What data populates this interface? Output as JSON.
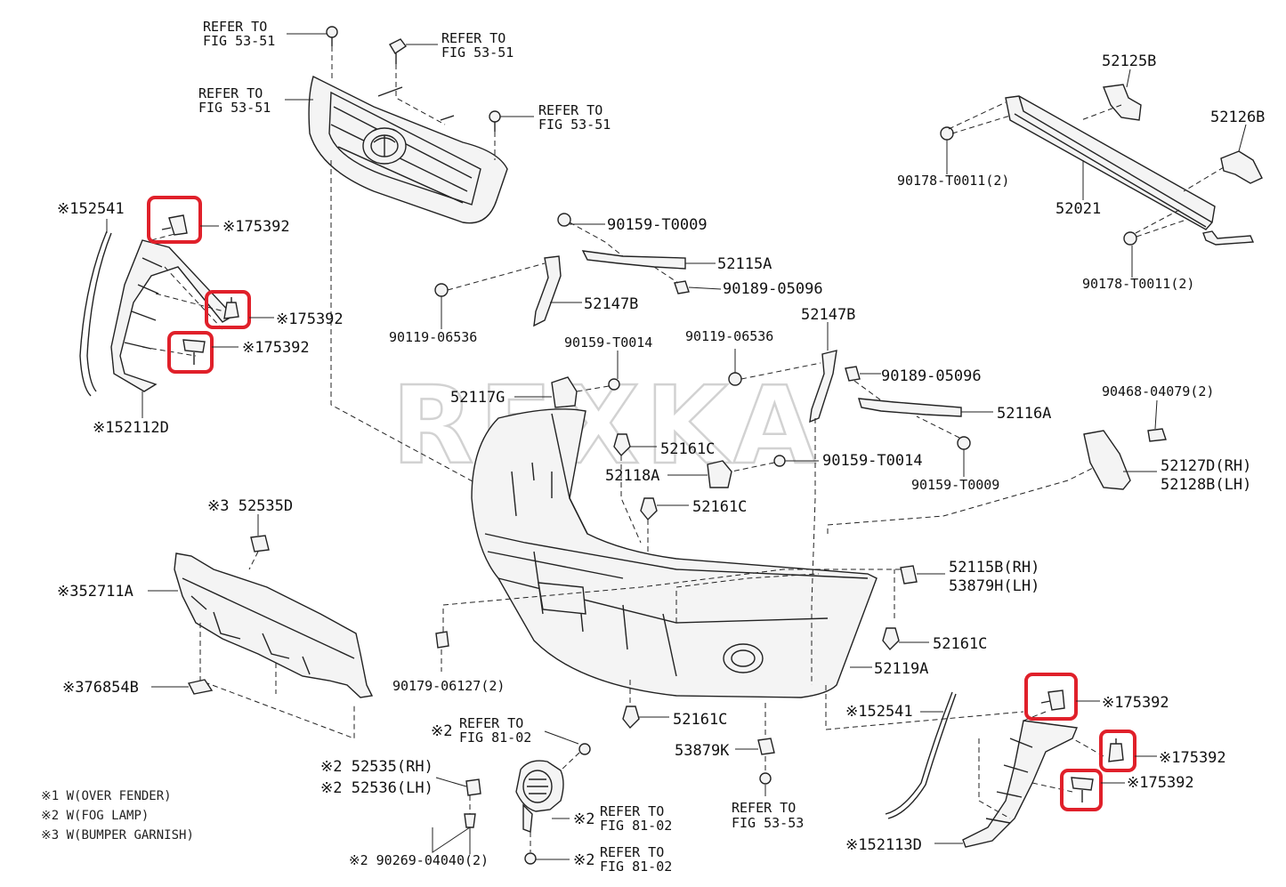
{
  "watermark": "REXKA",
  "refer": {
    "r1": [
      "REFER TO",
      "FIG 53-51"
    ],
    "r2": [
      "REFER TO",
      "FIG 53-51"
    ],
    "r3": [
      "REFER TO",
      "FIG 53-51"
    ],
    "r4": [
      "REFER TO",
      "FIG 53-51"
    ],
    "r5": [
      "REFER TO",
      "FIG 81-02"
    ],
    "r6": [
      "REFER TO",
      "FIG 81-02"
    ],
    "r7": [
      "REFER TO",
      "FIG 81-02"
    ],
    "r8": [
      "REFER TO",
      "FIG 53-53"
    ]
  },
  "parts": {
    "p52125B": "52125B",
    "p52126B": "52126B",
    "p90178a": "90178-T0011(2)",
    "p52021": "52021",
    "p90178b": "90178-T0011(2)",
    "p152541a": "※152541",
    "p175392a": "※175392",
    "p175392b": "※175392",
    "p175392c": "※175392",
    "p152112D": "※152112D",
    "p90159a": "90159-T0009",
    "p52115A": "52115A",
    "p90189a": "90189-05096",
    "p52147Ba": "52147B",
    "p90119a": "90119-06536",
    "p90159b": "90159-T0014",
    "p90119b": "90119-06536",
    "p52147Bb": "52147B",
    "p90189b": "90189-05096",
    "p52117G": "52117G",
    "p52116A": "52116A",
    "p90468": "90468-04079(2)",
    "p52161Ca": "52161C",
    "p52118A": "52118A",
    "p90159c": "90159-T0014",
    "p90159d": "90159-T0009",
    "p52127D": "52127D(RH)",
    "p52128B": "52128B(LH)",
    "p52535D": "※3 52535D",
    "p52161Cb": "52161C",
    "p52711A": "※352711A",
    "p52115B": "52115B(RH)",
    "p53879H": "53879H(LH)",
    "p52161Cc": "52161C",
    "p90179": "90179-06127(2)",
    "p52119A": "52119A",
    "p76854B": "※376854B",
    "p152541b": "※152541",
    "p175392d": "※175392",
    "p52161Cd": "52161C",
    "p175392e": "※175392",
    "p175392f": "※175392",
    "p2ref": "※2",
    "p52535RH": "※2 52535(RH)",
    "p52536LH": "※2 52536(LH)",
    "p53879K": "53879K",
    "p2ref2": "※2",
    "p2ref3": "※2",
    "p90269": "※2 90269-04040(2)",
    "p152113D": "※152113D"
  },
  "notes": [
    "※1 W(OVER FENDER)",
    "※2 W(FOG LAMP)",
    "※3 W(BUMPER GARNISH)"
  ]
}
